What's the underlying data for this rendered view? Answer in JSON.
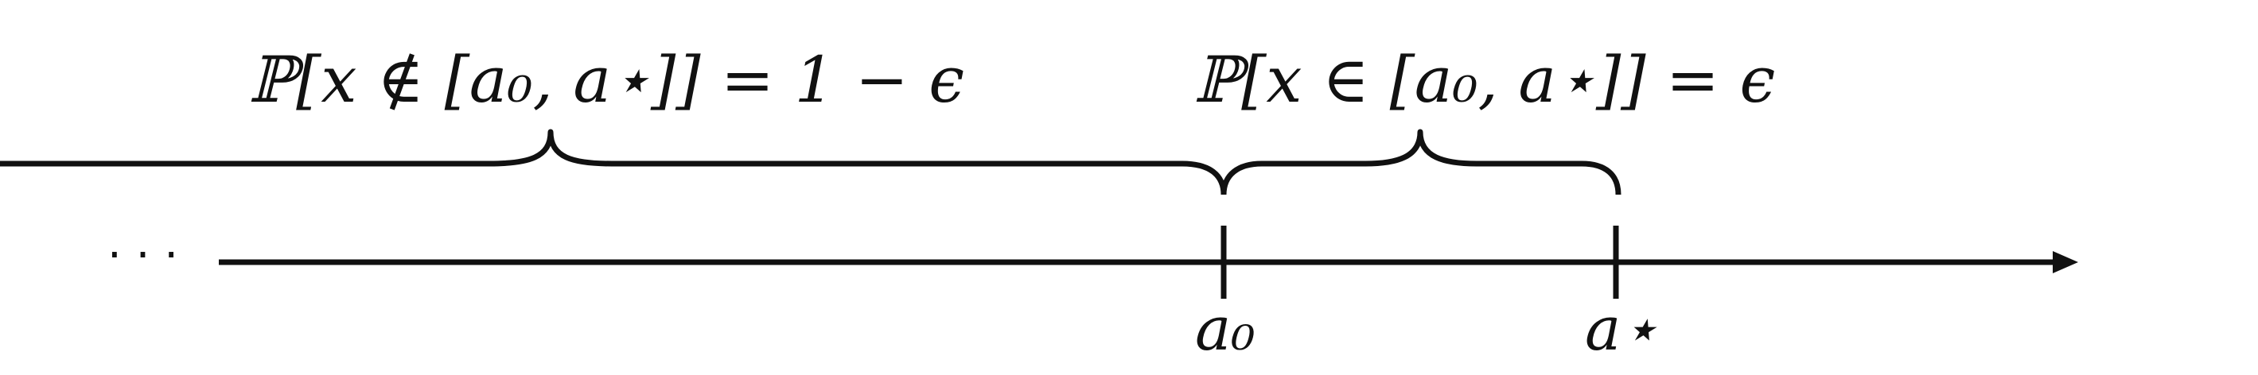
{
  "labels": {
    "outside_probability": "ℙ[x ∉ [a₀, a⋆]] = 1 − ϵ",
    "inside_probability": "ℙ[x ∈ [a₀, a⋆]] = ϵ",
    "ellipsis": "· · ·",
    "tick_a0": "a₀",
    "tick_astar": "a⋆"
  },
  "colors": {
    "ink": "#111111",
    "background": "#ffffff"
  }
}
